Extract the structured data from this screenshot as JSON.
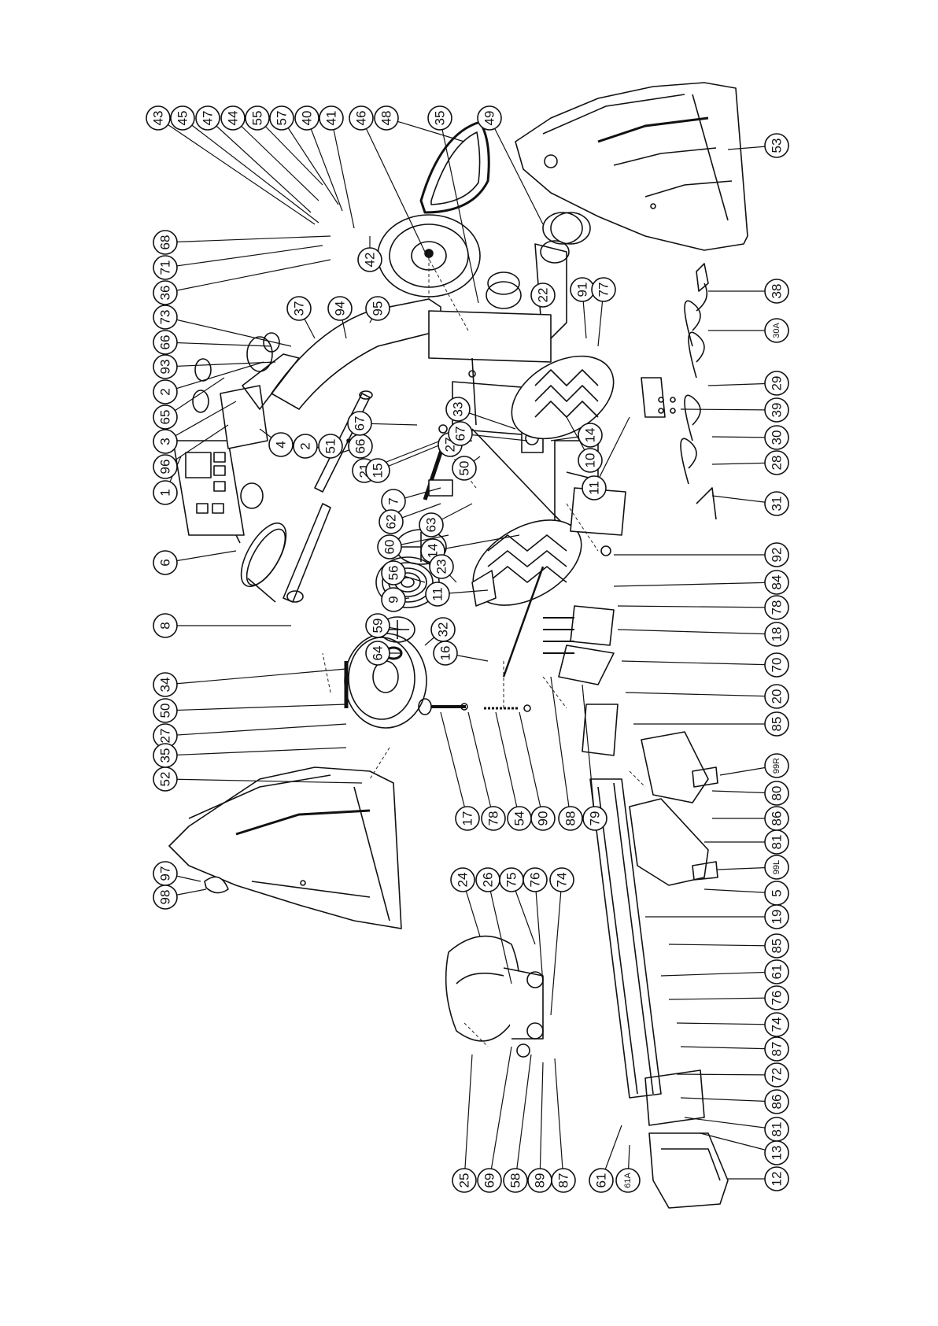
{
  "diagram": {
    "kind": "exploded-parts-diagram",
    "callouts": [
      {
        "id": "c43",
        "label": "43"
      },
      {
        "id": "c45",
        "label": "45"
      },
      {
        "id": "c47",
        "label": "47"
      },
      {
        "id": "c44",
        "label": "44"
      },
      {
        "id": "c55",
        "label": "55"
      },
      {
        "id": "c57",
        "label": "57"
      },
      {
        "id": "c40",
        "label": "40"
      },
      {
        "id": "c41",
        "label": "41"
      },
      {
        "id": "c46",
        "label": "46"
      },
      {
        "id": "c48",
        "label": "48"
      },
      {
        "id": "c35a",
        "label": "35"
      },
      {
        "id": "c49",
        "label": "49"
      },
      {
        "id": "c68",
        "label": "68"
      },
      {
        "id": "c71",
        "label": "71"
      },
      {
        "id": "c36",
        "label": "36"
      },
      {
        "id": "c73",
        "label": "73"
      },
      {
        "id": "c66a",
        "label": "66"
      },
      {
        "id": "c93",
        "label": "93"
      },
      {
        "id": "c2a",
        "label": "2"
      },
      {
        "id": "c65",
        "label": "65"
      },
      {
        "id": "c3",
        "label": "3"
      },
      {
        "id": "c96",
        "label": "96"
      },
      {
        "id": "c1",
        "label": "1"
      },
      {
        "id": "c6",
        "label": "6"
      },
      {
        "id": "c8",
        "label": "8"
      },
      {
        "id": "c34",
        "label": "34"
      },
      {
        "id": "c50a",
        "label": "50"
      },
      {
        "id": "c27a",
        "label": "27"
      },
      {
        "id": "c35b",
        "label": "35"
      },
      {
        "id": "c52",
        "label": "52"
      },
      {
        "id": "c97",
        "label": "97"
      },
      {
        "id": "c98",
        "label": "98"
      },
      {
        "id": "c37",
        "label": "37"
      },
      {
        "id": "c94",
        "label": "94"
      },
      {
        "id": "c95",
        "label": "95"
      },
      {
        "id": "c42",
        "label": "42"
      },
      {
        "id": "c4",
        "label": "4"
      },
      {
        "id": "c2b",
        "label": "2"
      },
      {
        "id": "c51",
        "label": "51"
      },
      {
        "id": "c66b",
        "label": "66"
      },
      {
        "id": "c67a",
        "label": "67"
      },
      {
        "id": "c21",
        "label": "21"
      },
      {
        "id": "c15",
        "label": "15"
      },
      {
        "id": "c7",
        "label": "7"
      },
      {
        "id": "c62",
        "label": "62"
      },
      {
        "id": "c60",
        "label": "60"
      },
      {
        "id": "c56",
        "label": "56"
      },
      {
        "id": "c9",
        "label": "9"
      },
      {
        "id": "c59",
        "label": "59"
      },
      {
        "id": "c64",
        "label": "64"
      },
      {
        "id": "c27b",
        "label": "27"
      },
      {
        "id": "c50b",
        "label": "50"
      },
      {
        "id": "c63",
        "label": "63"
      },
      {
        "id": "c14a",
        "label": "14"
      },
      {
        "id": "c23",
        "label": "23"
      },
      {
        "id": "c11a",
        "label": "11"
      },
      {
        "id": "c32",
        "label": "32"
      },
      {
        "id": "c16",
        "label": "16"
      },
      {
        "id": "c33",
        "label": "33"
      },
      {
        "id": "c67b",
        "label": "67"
      },
      {
        "id": "c22",
        "label": "22"
      },
      {
        "id": "c91",
        "label": "91"
      },
      {
        "id": "c77",
        "label": "77"
      },
      {
        "id": "c14b",
        "label": "14"
      },
      {
        "id": "c10",
        "label": "10"
      },
      {
        "id": "c11b",
        "label": "11"
      },
      {
        "id": "c53",
        "label": "53"
      },
      {
        "id": "c38",
        "label": "38"
      },
      {
        "id": "c30A",
        "label": "30A"
      },
      {
        "id": "c29",
        "label": "29"
      },
      {
        "id": "c39",
        "label": "39"
      },
      {
        "id": "c30",
        "label": "30"
      },
      {
        "id": "c28",
        "label": "28"
      },
      {
        "id": "c31",
        "label": "31"
      },
      {
        "id": "c92",
        "label": "92"
      },
      {
        "id": "c84",
        "label": "84"
      },
      {
        "id": "c78a",
        "label": "78"
      },
      {
        "id": "c18",
        "label": "18"
      },
      {
        "id": "c70",
        "label": "70"
      },
      {
        "id": "c20",
        "label": "20"
      },
      {
        "id": "c85a",
        "label": "85"
      },
      {
        "id": "c99R",
        "label": "99R"
      },
      {
        "id": "c80",
        "label": "80"
      },
      {
        "id": "c86a",
        "label": "86"
      },
      {
        "id": "c81a",
        "label": "81"
      },
      {
        "id": "c99L",
        "label": "99L"
      },
      {
        "id": "c5",
        "label": "5"
      },
      {
        "id": "c19",
        "label": "19"
      },
      {
        "id": "c85b",
        "label": "85"
      },
      {
        "id": "c61a",
        "label": "61"
      },
      {
        "id": "c76a",
        "label": "76"
      },
      {
        "id": "c74a",
        "label": "74"
      },
      {
        "id": "c87a",
        "label": "87"
      },
      {
        "id": "c72",
        "label": "72"
      },
      {
        "id": "c86b",
        "label": "86"
      },
      {
        "id": "c81b",
        "label": "81"
      },
      {
        "id": "c13",
        "label": "13"
      },
      {
        "id": "c12",
        "label": "12"
      },
      {
        "id": "c17",
        "label": "17"
      },
      {
        "id": "c78b",
        "label": "78"
      },
      {
        "id": "c54",
        "label": "54"
      },
      {
        "id": "c90",
        "label": "90"
      },
      {
        "id": "c88",
        "label": "88"
      },
      {
        "id": "c79",
        "label": "79"
      },
      {
        "id": "c24",
        "label": "24"
      },
      {
        "id": "c26",
        "label": "26"
      },
      {
        "id": "c75",
        "label": "75"
      },
      {
        "id": "c76b",
        "label": "76"
      },
      {
        "id": "c74b",
        "label": "74"
      },
      {
        "id": "c25",
        "label": "25"
      },
      {
        "id": "c69",
        "label": "69"
      },
      {
        "id": "c58",
        "label": "58"
      },
      {
        "id": "c89",
        "label": "89"
      },
      {
        "id": "c87b",
        "label": "87"
      },
      {
        "id": "c61b",
        "label": "61"
      },
      {
        "id": "c61A",
        "label": "61A"
      }
    ]
  }
}
